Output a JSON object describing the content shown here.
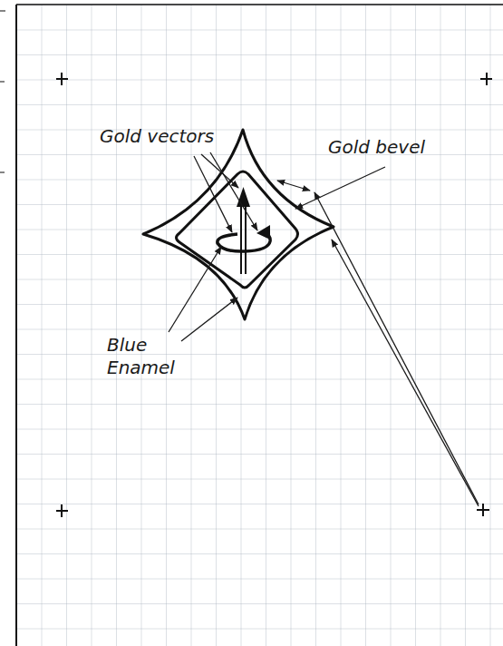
{
  "diagram": {
    "labels": [
      "Gold vectors",
      "Gold bevel",
      "Blue Enamel"
    ]
  }
}
